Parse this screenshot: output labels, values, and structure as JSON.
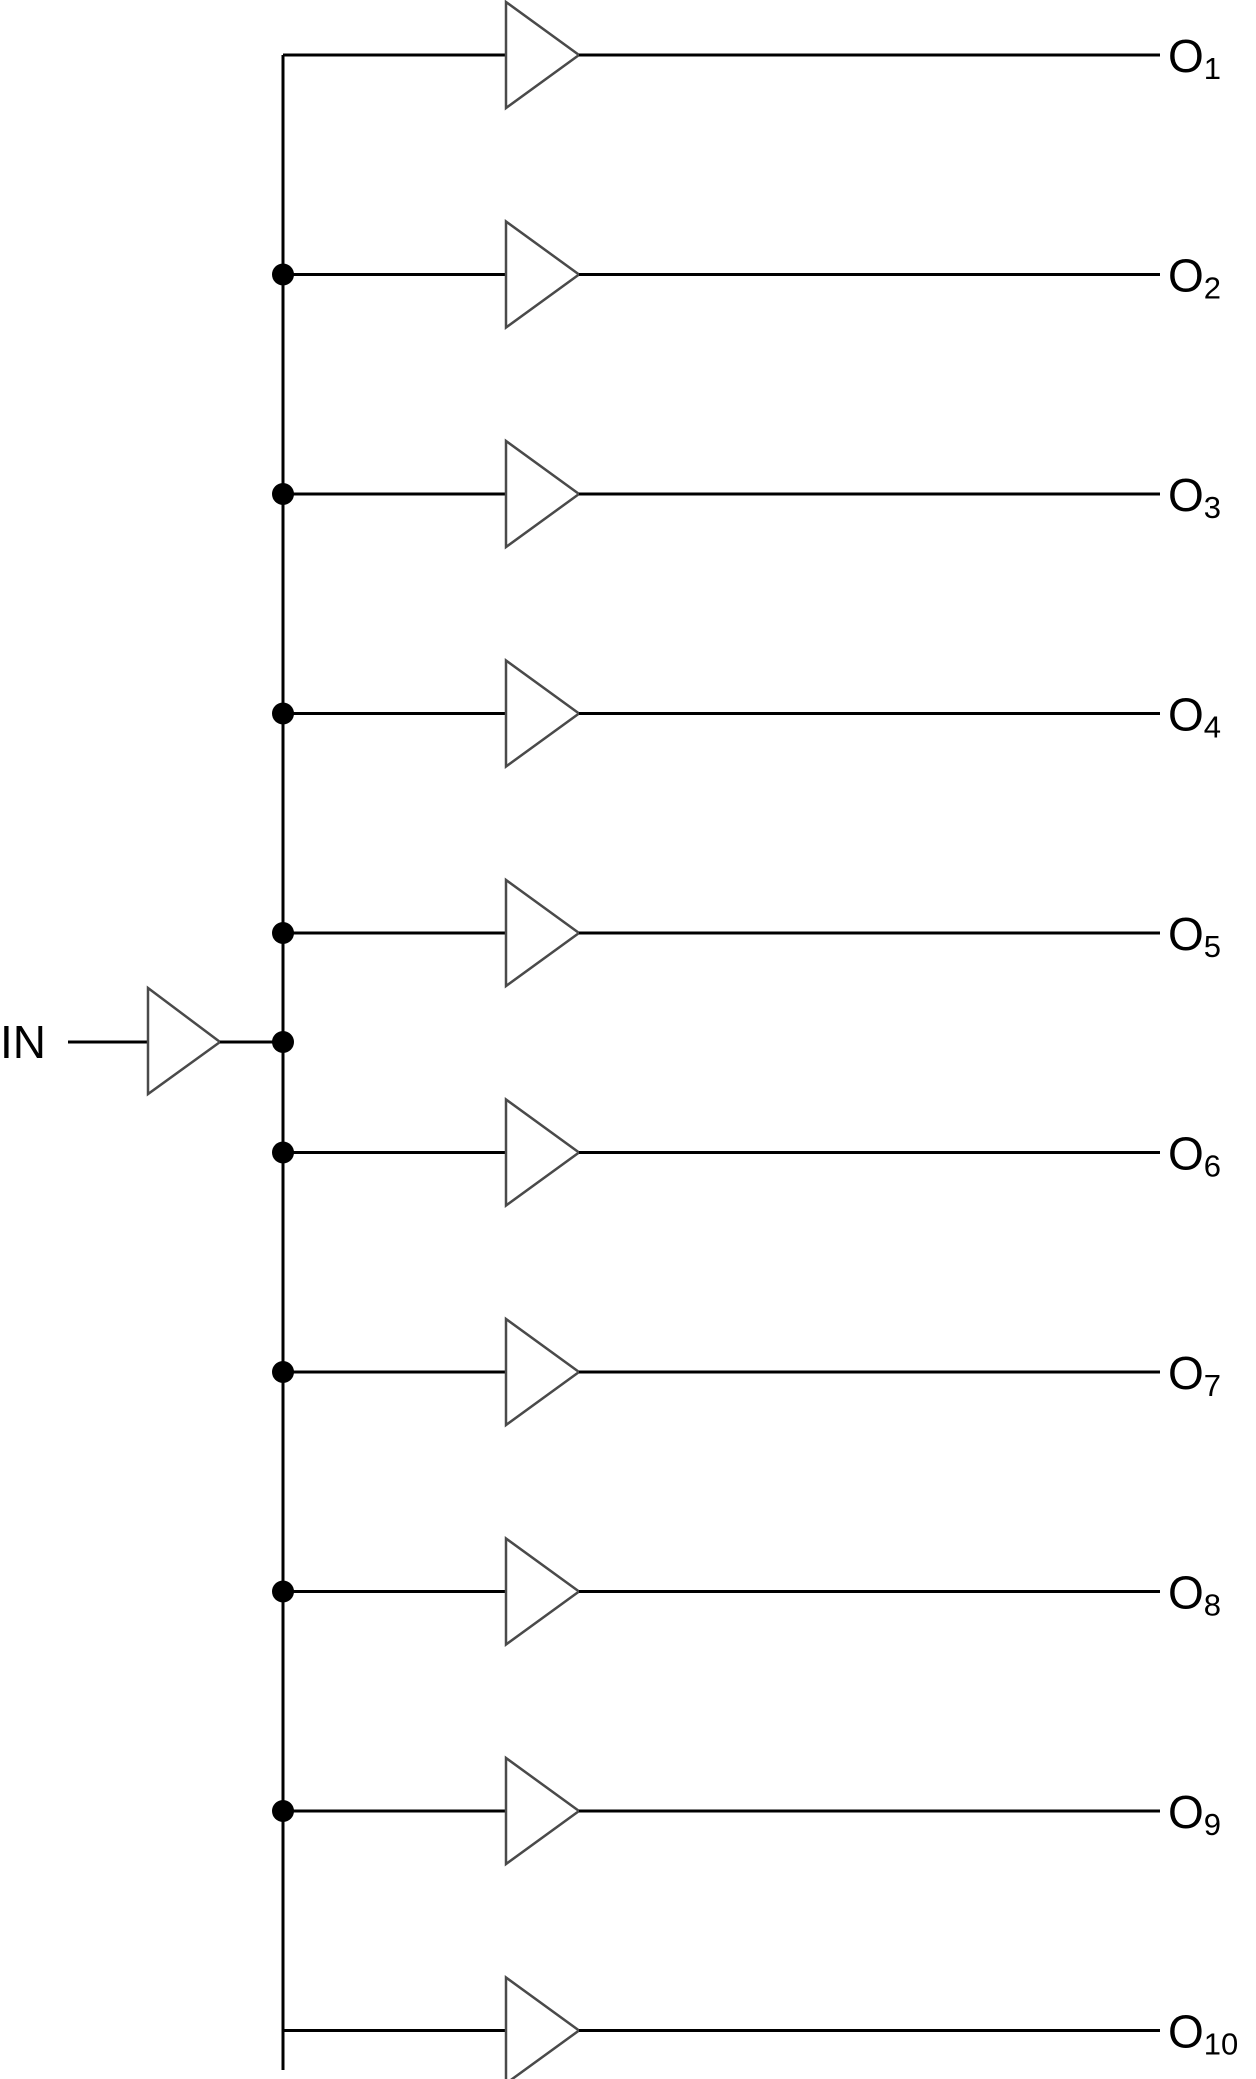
{
  "diagram": {
    "input_label": "IN",
    "outputs": [
      {
        "letter": "O",
        "index": "1",
        "junction": false
      },
      {
        "letter": "O",
        "index": "2",
        "junction": true
      },
      {
        "letter": "O",
        "index": "3",
        "junction": true
      },
      {
        "letter": "O",
        "index": "4",
        "junction": true
      },
      {
        "letter": "O",
        "index": "5",
        "junction": true
      },
      {
        "letter": "O",
        "index": "6",
        "junction": true
      },
      {
        "letter": "O",
        "index": "7",
        "junction": true
      },
      {
        "letter": "O",
        "index": "8",
        "junction": true
      },
      {
        "letter": "O",
        "index": "9",
        "junction": true
      },
      {
        "letter": "O",
        "index": "10",
        "junction": false
      }
    ],
    "colors": {
      "wire": "#000000",
      "buffer_outline": "#4a4a4a",
      "background": "#ffffff"
    }
  }
}
